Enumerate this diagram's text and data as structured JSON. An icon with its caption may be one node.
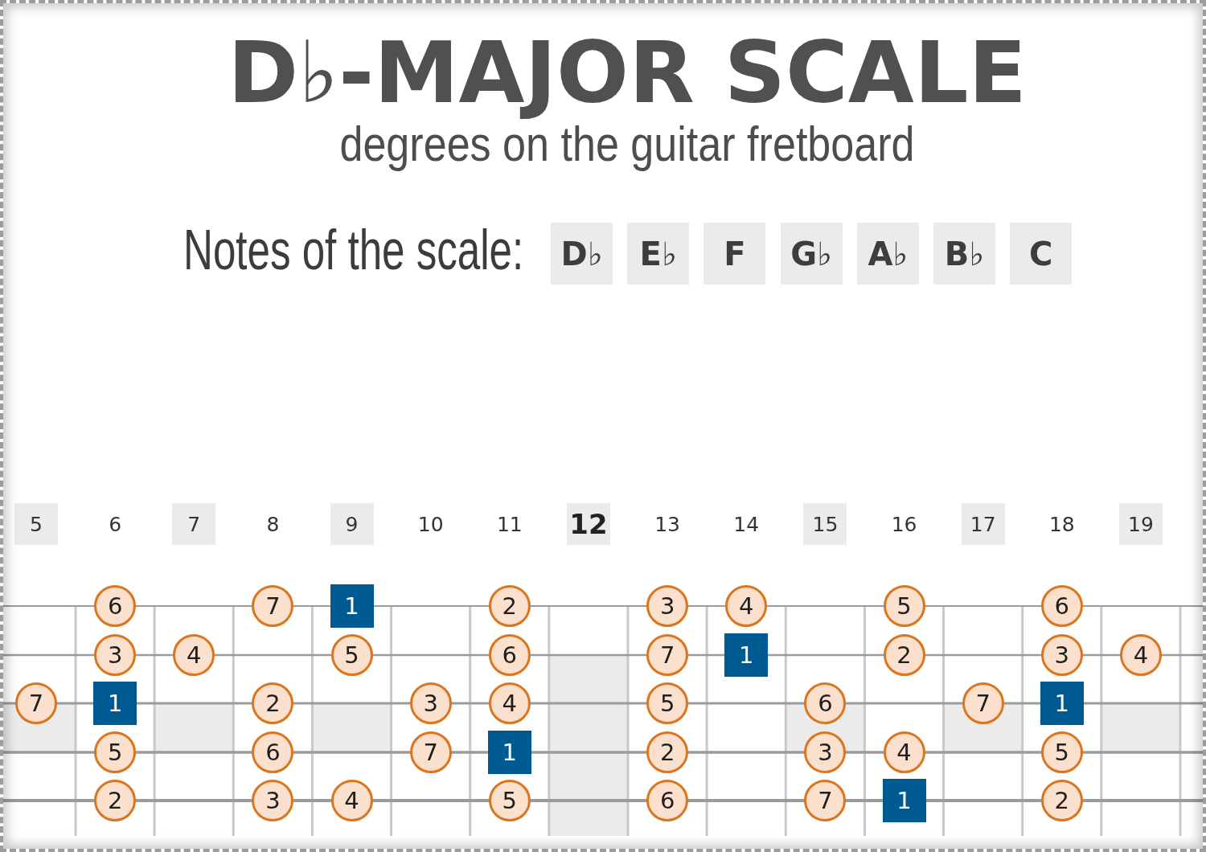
{
  "diagram": {
    "title": "D♭-MAJOR SCALE",
    "nodes": [
      {
        "text": [
          "D♭"
        ]
      },
      {
        "text": [
          "E♭"
        ]
      },
      {
        "text": [
          "F"
        ]
      },
      {
        "text": [
          "G♭"
        ]
      },
      {
        "text": [
          "A♭"
        ]
      },
      {
        "text": [
          "B♭"
        ]
      },
      {
        "text": [
          "C"
        ]
      },
      {
        "text": [
          "5"
        ]
      },
      {
        "text": [
          "7"
        ]
      },
      {
        "text": [
          "9"
        ]
      },
      {
        "text": [
          "12"
        ]
      },
      {
        "text": [
          "15"
        ]
      },
      {
        "text": [
          "17"
        ]
      },
      {
        "text": [
          "19"
        ]
      },
      {
        "text": [
          "6"
        ]
      },
      {
        "text": [
          "7"
        ]
      },
      {
        "text": [
          "1"
        ]
      },
      {
        "text": [
          "2"
        ]
      },
      {
        "text": [
          "3"
        ]
      },
      {
        "text": [
          "4"
        ]
      },
      {
        "text": [
          "5"
        ]
      },
      {
        "text": [
          "6"
        ]
      },
      {
        "text": [
          "3"
        ]
      },
      {
        "text": [
          "4"
        ]
      },
      {
        "text": [
          "5"
        ]
      },
      {
        "text": [
          "6"
        ]
      },
      {
        "text": [
          "7"
        ]
      },
      {
        "text": [
          "1"
        ]
      },
      {
        "text": [
          "2"
        ]
      },
      {
        "text": [
          "3"
        ]
      },
      {
        "text": [
          "4"
        ]
      },
      {
        "text": [
          "7"
        ]
      },
      {
        "text": [
          "1"
        ]
      },
      {
        "text": [
          "2"
        ]
      },
      {
        "text": [
          "3"
        ]
      },
      {
        "text": [
          "4"
        ]
      },
      {
        "text": [
          "5"
        ]
      },
      {
        "text": [
          "6"
        ]
      },
      {
        "text": [
          "7"
        ]
      },
      {
        "text": [
          "1"
        ]
      },
      {
        "text": [
          "5"
        ]
      },
      {
        "text": [
          "6"
        ]
      },
      {
        "text": [
          "7"
        ]
      },
      {
        "text": [
          "1"
        ]
      },
      {
        "text": [
          "2"
        ]
      },
      {
        "text": [
          "3"
        ]
      },
      {
        "text": [
          "4"
        ]
      },
      {
        "text": [
          "5"
        ]
      },
      {
        "text": [
          "2"
        ]
      },
      {
        "text": [
          "3"
        ]
      },
      {
        "text": [
          "4"
        ]
      },
      {
        "text": [
          "5"
        ]
      },
      {
        "text": [
          "6"
        ]
      },
      {
        "text": [
          "7"
        ]
      },
      {
        "text": [
          "1"
        ]
      },
      {
        "text": [
          "2"
        ]
      }
    ],
    "labels": [
      "degrees on the guitar fretboard",
      "Notes of the scale:",
      "6",
      "8",
      "10",
      "11",
      "13",
      "14",
      "16",
      "18"
    ]
  }
}
